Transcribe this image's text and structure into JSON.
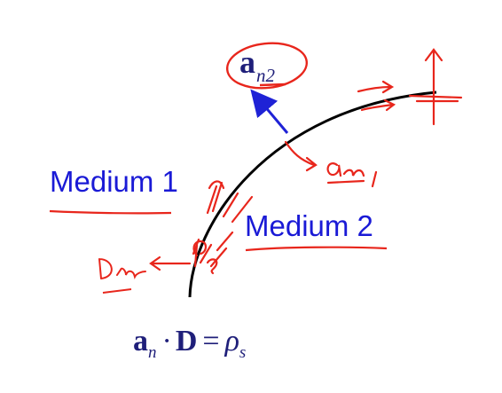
{
  "colors": {
    "blue_text": "#1a1ad6",
    "formula": "#1f1f7a",
    "ink_red": "#e8261c",
    "boundary": "#000000",
    "vector": "#1f22d6"
  },
  "labels": {
    "medium1": "Medium 1",
    "medium2": "Medium 2"
  },
  "vector_label": {
    "base": "a",
    "sub": "n2"
  },
  "formula": {
    "a": "a",
    "a_sub": "n",
    "dot": "·",
    "D": "D",
    "eq": "=",
    "rho": "ρ",
    "rho_sub": "s"
  },
  "icons": {
    "boundary": "boundary-curve",
    "normal_vector": "arrow-up-left-icon",
    "annotations": "handwritten-ink"
  }
}
